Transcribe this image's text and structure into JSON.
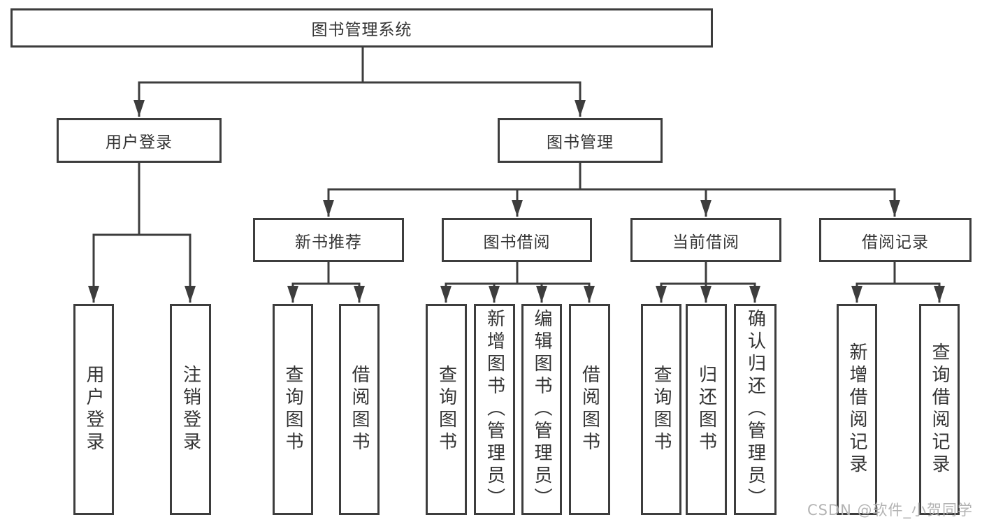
{
  "diagram_title": "图书管理系统",
  "tree": {
    "root": {
      "label": "图书管理系统"
    },
    "branches": [
      {
        "label": "用户登录",
        "leaves": [
          {
            "label": "用户登录"
          },
          {
            "label": "注销登录"
          }
        ]
      },
      {
        "label": "图书管理",
        "sections": [
          {
            "label": "新书推荐",
            "leaves": [
              {
                "label": "查询图书"
              },
              {
                "label": "借阅图书"
              }
            ]
          },
          {
            "label": "图书借阅",
            "leaves": [
              {
                "label": "查询图书"
              },
              {
                "label": "新增图书（管理员）"
              },
              {
                "label": "编辑图书（管理员）"
              },
              {
                "label": "借阅图书"
              }
            ]
          },
          {
            "label": "当前借阅",
            "leaves": [
              {
                "label": "查询图书"
              },
              {
                "label": "归还图书"
              },
              {
                "label": "确认归还（管理员）"
              }
            ]
          },
          {
            "label": "借阅记录",
            "leaves": [
              {
                "label": "新增借阅记录"
              },
              {
                "label": "查询借阅记录"
              }
            ]
          }
        ]
      }
    ]
  },
  "watermark": "CSDN @软件_小贺同学",
  "colors": {
    "line": "#3d3d3d",
    "box_border": "#3d3d3d",
    "text": "#333333",
    "watermark": "#b3b3b3",
    "background": "#ffffff"
  }
}
